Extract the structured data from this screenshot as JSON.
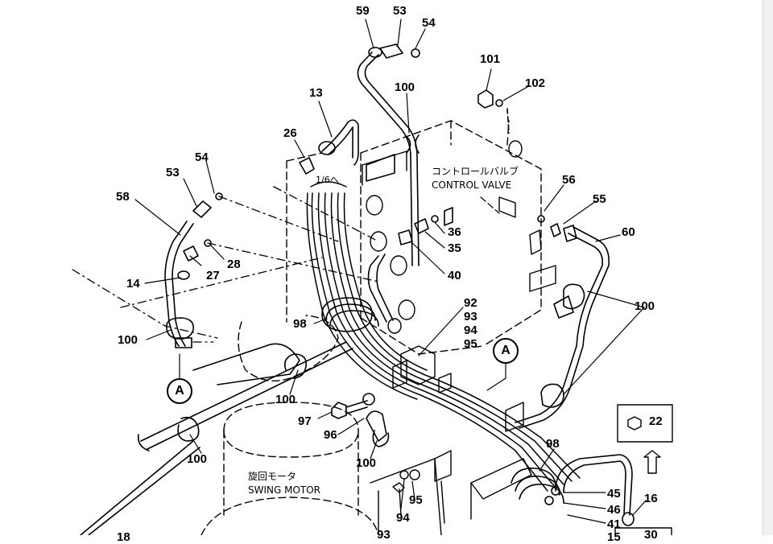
{
  "parts": {
    "p59": "59",
    "p53a": "53",
    "p54a": "54",
    "p101": "101",
    "p102": "102",
    "p13": "13",
    "p100a": "100",
    "p26": "26",
    "p54b": "54",
    "p53b": "53",
    "p58": "58",
    "p28": "28",
    "p27": "27",
    "p14": "14",
    "p100b": "100",
    "p56": "56",
    "p55": "55",
    "p60": "60",
    "p36": "36",
    "p35": "35",
    "p40": "40",
    "p92": "92",
    "p93": "93",
    "p94a": "94",
    "p95a": "95",
    "p100c": "100",
    "p98a": "98",
    "p100d": "100",
    "p97": "97",
    "p96": "96",
    "p100e": "100",
    "p100f": "100",
    "p98b": "98",
    "p22": "22",
    "p45": "45",
    "p46": "46",
    "p16": "16",
    "p41": "41",
    "p15": "15",
    "p95b": "95",
    "p94b": "94",
    "p93b": "93",
    "p30": "30",
    "p18": "18"
  },
  "notes": {
    "control_valve_jp": "コントロールバルブ",
    "control_valve_en": "CONTROL VALVE",
    "swing_motor_jp": "旋回モータ",
    "swing_motor_en": "SWING MOTOR",
    "ref_to_sheet": "1/6へ"
  },
  "refs": {
    "a1": "A",
    "a2": "A"
  }
}
